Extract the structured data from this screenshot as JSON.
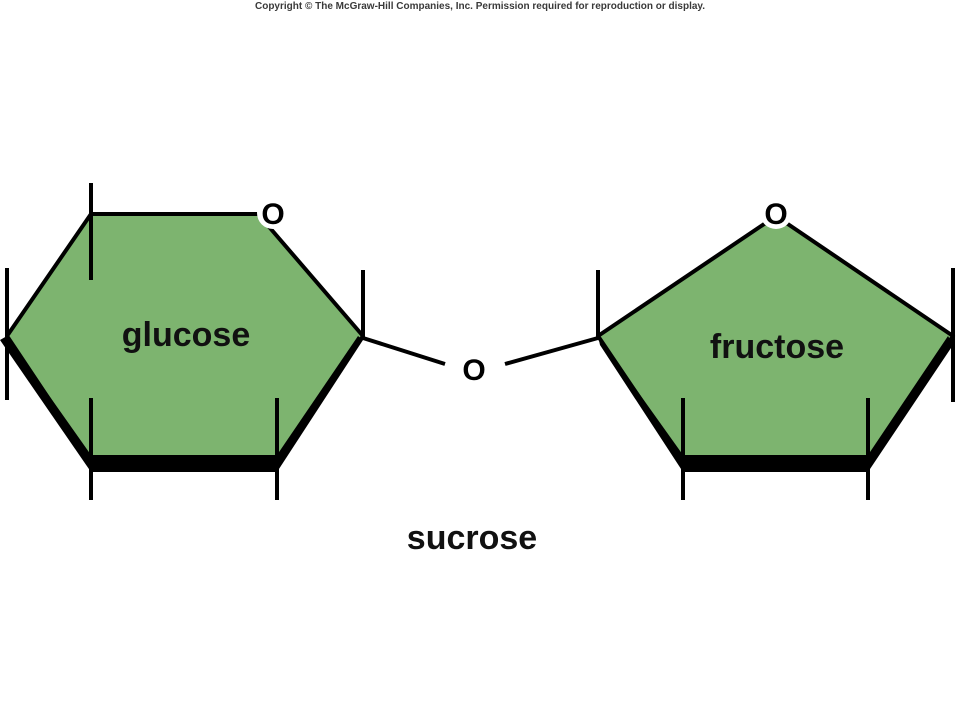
{
  "copyright": "Copyright © The McGraw-Hill Companies, Inc. Permission required for reproduction or display.",
  "molecule": {
    "name": "sucrose",
    "glucose": {
      "label": "glucose",
      "ring_oxygen": "O"
    },
    "fructose": {
      "label": "fructose",
      "ring_oxygen": "O"
    },
    "glycosidic_oxygen": "O"
  },
  "colors": {
    "ring_fill": "#7db46f",
    "outline": "#000000",
    "copyright_text": "#3a3a3a"
  }
}
